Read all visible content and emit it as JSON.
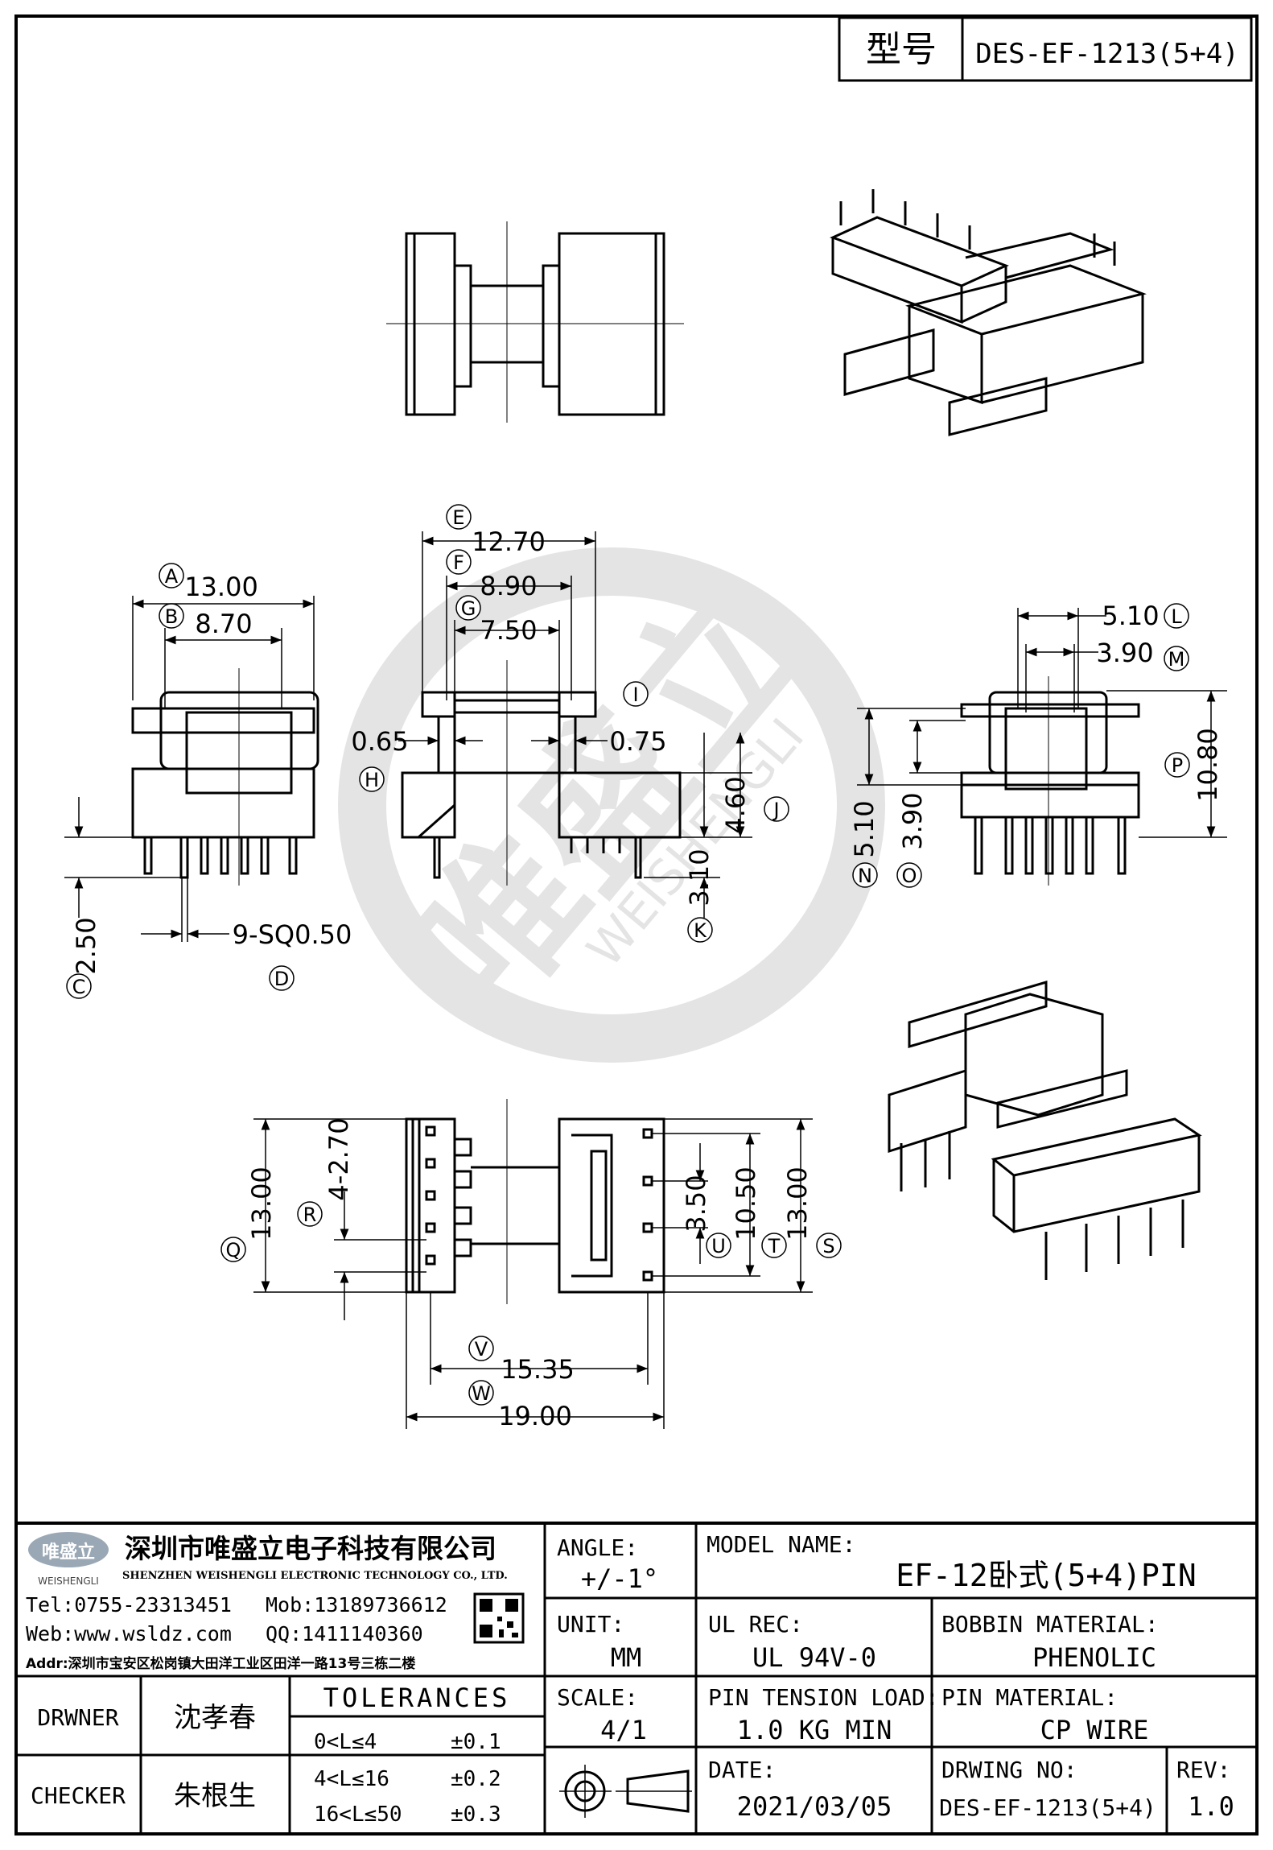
{
  "model_label": "型号",
  "model_code": "DES-EF-1213(5+4)",
  "company": {
    "name_cn": "深圳市唯盛立电子科技有限公司",
    "name_en": "SHENZHEN WEISHENGLI ELECTRONIC TECHNOLOGY CO., LTD.",
    "logo_text": "唯盛立",
    "logo_sub": "WEISHENGLI",
    "tel": "Tel:0755-23313451",
    "mob": "Mob:13189736612",
    "web": "Web:www.wsldz.com",
    "qq": "QQ:1411140360",
    "addr": "Addr:深圳市宝安区松岗镇大田洋工业区田洋一路13号三栋二楼"
  },
  "watermark": {
    "logo": "唯盛立",
    "sub": "WEISHENGLI"
  },
  "title_block": {
    "angle_label": "ANGLE:",
    "angle_value": "+/-1°",
    "model_name_label": "MODEL NAME:",
    "model_name_value": "EF-12卧式(5+4)PIN",
    "unit_label": "UNIT:",
    "unit_value": "MM",
    "ul_label": "UL REC:",
    "ul_value": "UL 94V-0",
    "bobbin_label": "BOBBIN MATERIAL:",
    "bobbin_value": "PHENOLIC",
    "scale_label": "SCALE:",
    "scale_value": "4/1",
    "tension_label": "PIN TENSION LOAD:",
    "tension_value": "1.0 KG MIN",
    "pin_material_label": "PIN MATERIAL:",
    "pin_material_value": "CP WIRE",
    "drawer_label": "DRWNER",
    "drawer_name": "沈孝春",
    "checker_label": "CHECKER",
    "checker_name": "朱根生",
    "tolerances_label": "TOLERANCES",
    "tolerances": [
      {
        "range": "0<L≤4",
        "tol": "±0.1"
      },
      {
        "range": "4<L≤16",
        "tol": "±0.2"
      },
      {
        "range": "16<L≤50",
        "tol": "±0.3"
      }
    ],
    "date_label": "DATE:",
    "date_value": "2021/03/05",
    "drawing_no_label": "DRWING NO:",
    "drawing_no_value": "DES-EF-1213(5+4)",
    "rev_label": "REV:",
    "rev_value": "1.0"
  },
  "dimensions": {
    "A": {
      "letter": "A",
      "value": "13.00"
    },
    "B": {
      "letter": "B",
      "value": "8.70"
    },
    "C": {
      "letter": "C",
      "value": "2.50"
    },
    "D": {
      "letter": "D",
      "value": "9-SQ0.50"
    },
    "E": {
      "letter": "E",
      "value": "12.70"
    },
    "F": {
      "letter": "F",
      "value": "8.90"
    },
    "G": {
      "letter": "G",
      "value": "7.50"
    },
    "H": {
      "letter": "H",
      "value": "0.65"
    },
    "I": {
      "letter": "I",
      "value": "0.75"
    },
    "J": {
      "letter": "J",
      "value": "4.60"
    },
    "K": {
      "letter": "K",
      "value": "3.10"
    },
    "L": {
      "letter": "L",
      "value": "5.10"
    },
    "M": {
      "letter": "M",
      "value": "3.90"
    },
    "N": {
      "letter": "N",
      "value": "5.10"
    },
    "O": {
      "letter": "O",
      "value": "3.90"
    },
    "P": {
      "letter": "P",
      "value": "10.80"
    },
    "Q": {
      "letter": "Q",
      "value": "13.00"
    },
    "R": {
      "letter": "R",
      "value": "4-2.70"
    },
    "S": {
      "letter": "S",
      "value": "13.00"
    },
    "T": {
      "letter": "T",
      "value": "10.50"
    },
    "U": {
      "letter": "U",
      "value": "3.50"
    },
    "V": {
      "letter": "V",
      "value": "15.35"
    },
    "W": {
      "letter": "W",
      "value": "19.00"
    }
  }
}
